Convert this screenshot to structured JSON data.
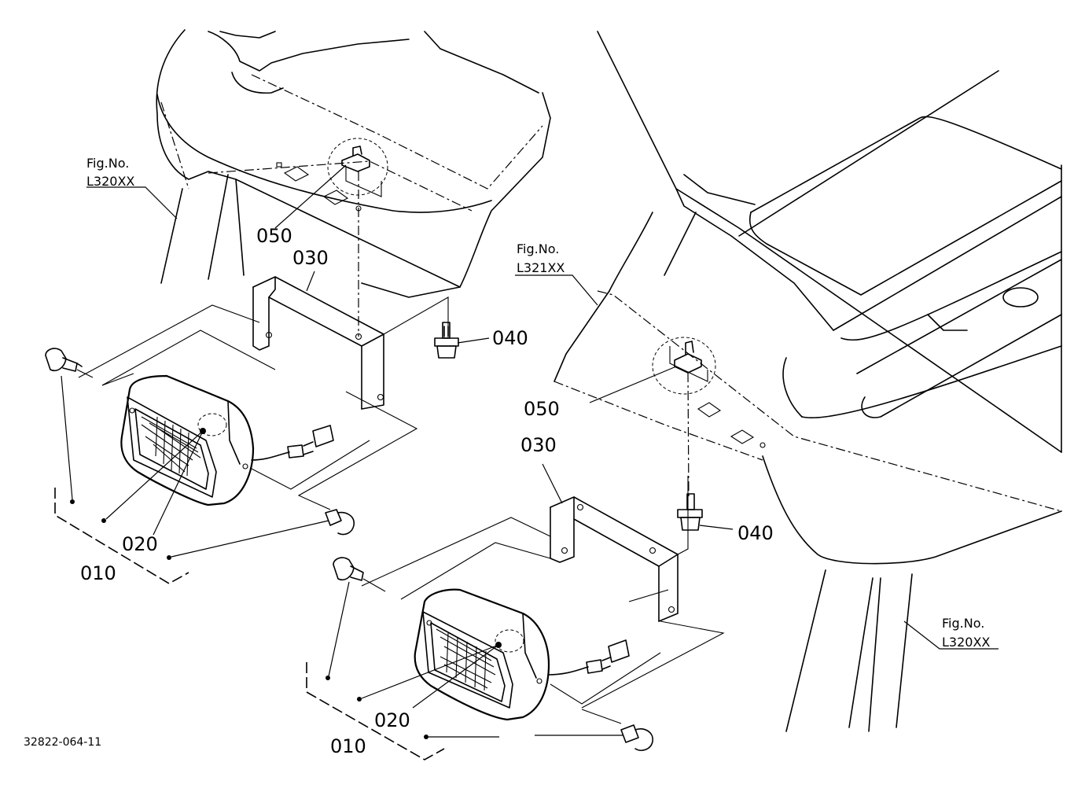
{
  "labels": {
    "fig_no": "Fig.No.",
    "fig_ref_top_left": "L320XX",
    "fig_ref_middle": "L321XX",
    "fig_ref_bottom_right": "L320XX",
    "part_010": "010",
    "part_020": "020",
    "part_030": "030",
    "part_040": "040",
    "part_050": "050",
    "drawing_code": "32822-064-11"
  }
}
